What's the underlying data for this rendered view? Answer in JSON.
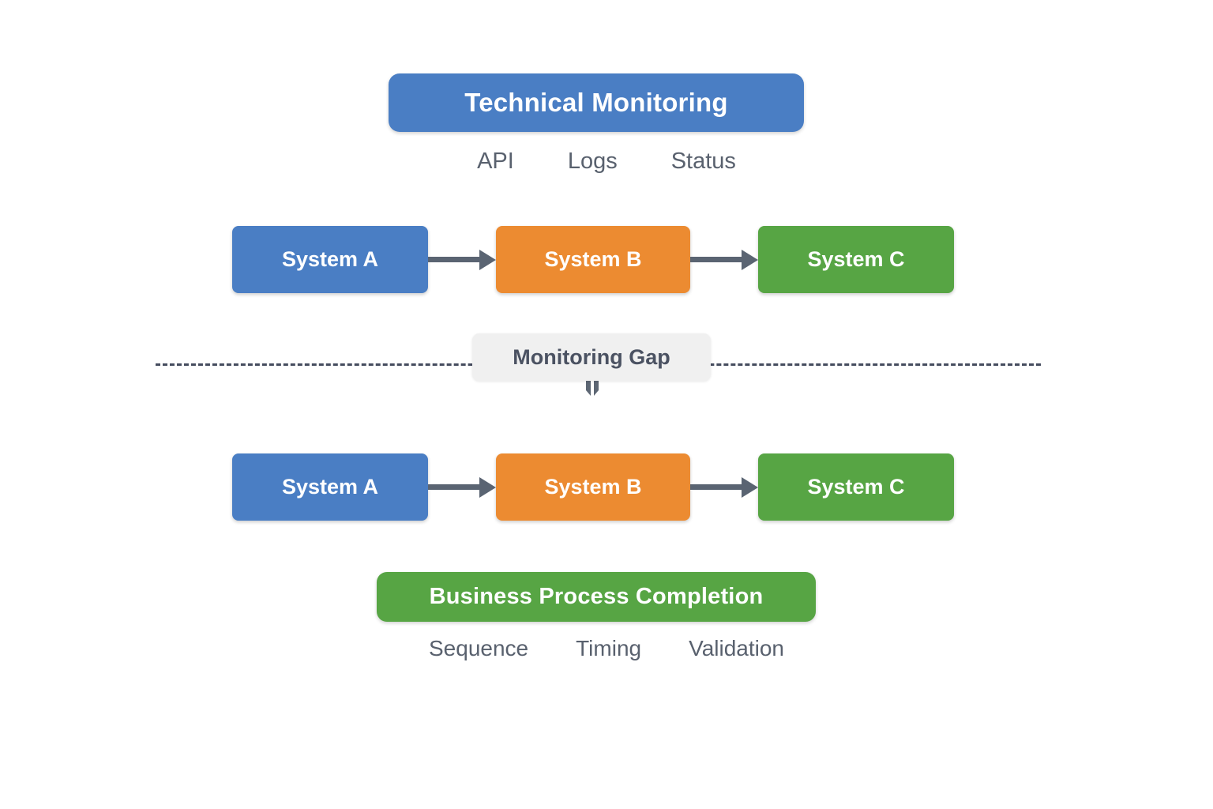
{
  "diagram": {
    "title_top": "Technical Monitoring",
    "title_bottom": "Business Process Completion",
    "gap_label": "Monitoring Gap"
  },
  "colors": {
    "blue": "#4a7ec4",
    "orange": "#ec8b31",
    "green": "#57a544",
    "arrow_gray": "#5a6472",
    "caption_gray": "#59616e",
    "gap_badge_bg": "#f0f0f0",
    "gap_line": "#454c5e",
    "background": "#ffffff"
  },
  "top_section": {
    "banner_label": "Technical Monitoring",
    "captions": [
      {
        "label": "API"
      },
      {
        "label": "Logs"
      },
      {
        "label": "Status"
      }
    ],
    "systems": [
      {
        "label": "System A",
        "color": "#4a7ec4"
      },
      {
        "label": "System B",
        "color": "#ec8b31"
      },
      {
        "label": "System C",
        "color": "#57a544"
      }
    ]
  },
  "bottom_section": {
    "banner_label": "Business Process Completion",
    "captions": [
      {
        "label": "Sequence"
      },
      {
        "label": "Timing"
      },
      {
        "label": "Validation"
      }
    ],
    "systems": [
      {
        "label": "System A",
        "color": "#4a7ec4"
      },
      {
        "label": "System B",
        "color": "#ec8b31"
      },
      {
        "label": "System C",
        "color": "#57a544"
      }
    ]
  },
  "divider": {
    "label": "Monitoring Gap",
    "style": "dashed",
    "arrow_direction": "down"
  }
}
